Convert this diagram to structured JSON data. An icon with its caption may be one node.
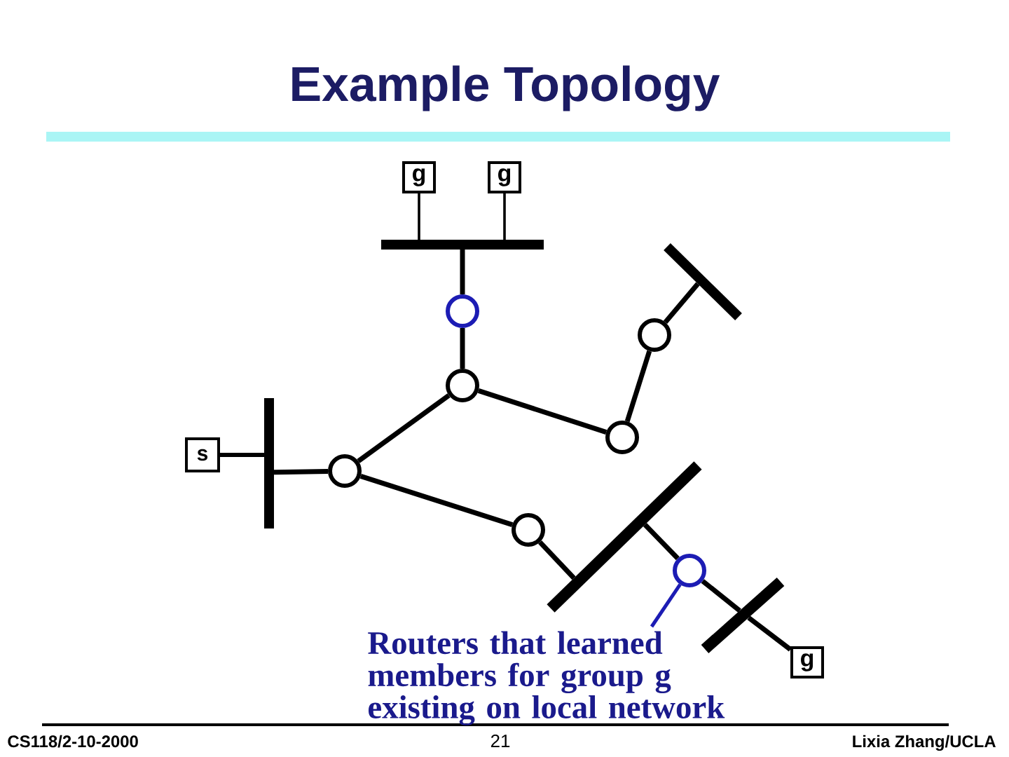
{
  "diagram": {
    "title": "Example Topology",
    "nodes": [
      {
        "text": [
          "g"
        ]
      },
      {
        "text": [
          "g"
        ]
      },
      {
        "text": [],
        "shape": "bar"
      },
      {
        "text": [],
        "shape": "circle"
      },
      {
        "text": [],
        "shape": "circle"
      },
      {
        "text": [],
        "shape": "circle"
      },
      {
        "text": [],
        "shape": "bar"
      },
      {
        "text": [
          "s"
        ]
      },
      {
        "text": [],
        "shape": "bar"
      },
      {
        "text": [],
        "shape": "circle"
      },
      {
        "text": [],
        "shape": "circle"
      },
      {
        "text": [],
        "shape": "circle"
      },
      {
        "text": [],
        "shape": "bar"
      },
      {
        "text": [],
        "shape": "circle"
      },
      {
        "text": [
          "Routers that learned members for group g existing on local network"
        ]
      },
      {
        "text": [],
        "shape": "bar"
      },
      {
        "text": [
          "g"
        ]
      }
    ],
    "edges": [
      {
        "from": 0,
        "to": 2,
        "arrow": "none"
      },
      {
        "from": 1,
        "to": 2,
        "arrow": "none"
      },
      {
        "from": 2,
        "to": 3,
        "arrow": "none"
      },
      {
        "from": 3,
        "to": 4,
        "arrow": "none"
      },
      {
        "from": 4,
        "to": 10,
        "arrow": "none"
      },
      {
        "from": 5,
        "to": 6,
        "arrow": "none"
      },
      {
        "from": 5,
        "to": 10,
        "arrow": "none"
      },
      {
        "from": 7,
        "to": 8,
        "arrow": "none"
      },
      {
        "from": 8,
        "to": 9,
        "arrow": "none"
      },
      {
        "from": 9,
        "to": 4,
        "arrow": "none"
      },
      {
        "from": 9,
        "to": 11,
        "arrow": "none"
      },
      {
        "from": 11,
        "to": 12,
        "arrow": "none"
      },
      {
        "from": 12,
        "to": 13,
        "arrow": "none"
      },
      {
        "from": 14,
        "to": 13,
        "arrow": "none",
        "color": "#1c1cb4"
      },
      {
        "from": 13,
        "to": 15,
        "arrow": "none"
      },
      {
        "from": 15,
        "to": 16,
        "arrow": "none"
      }
    ],
    "labels": [
      "CS118/2-10-2000",
      "21",
      "Lixia Zhang/UCLA"
    ]
  }
}
